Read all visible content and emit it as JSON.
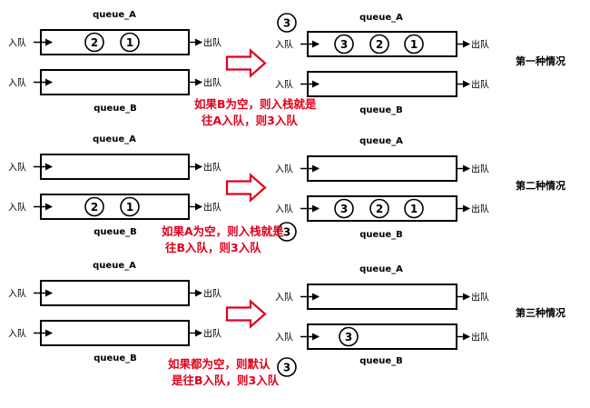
{
  "labels": {
    "queue_a": "queue_A",
    "queue_b": "queue_B",
    "enqueue": "入队",
    "dequeue": "出队"
  },
  "element_label": "3",
  "cases": [
    {
      "title": "第一种情况",
      "note_lines": [
        "如果B为空，则入栈就是",
        "往A入队，则3入队"
      ],
      "before": {
        "A": [
          "2",
          "1"
        ],
        "B": []
      },
      "after": {
        "A": [
          "3",
          "2",
          "1"
        ],
        "B": []
      },
      "pending_position": "top-left"
    },
    {
      "title": "第二种情况",
      "note_lines": [
        "如果A为空，则入栈就是",
        "往B入队，则3入队"
      ],
      "before": {
        "A": [],
        "B": [
          "2",
          "1"
        ]
      },
      "after": {
        "A": [],
        "B": [
          "3",
          "2",
          "1"
        ]
      },
      "pending_position": "bottom-left"
    },
    {
      "title": "第三种情况",
      "note_lines": [
        "如果都为空，则默认",
        "是往B入队，则3入队"
      ],
      "before": {
        "A": [],
        "B": []
      },
      "after": {
        "A": [],
        "B": [
          "3"
        ]
      },
      "pending_position": "bottom-left"
    }
  ],
  "colors": {
    "note_text": "#e0001b",
    "transfer_arrow": "#e0001b"
  }
}
